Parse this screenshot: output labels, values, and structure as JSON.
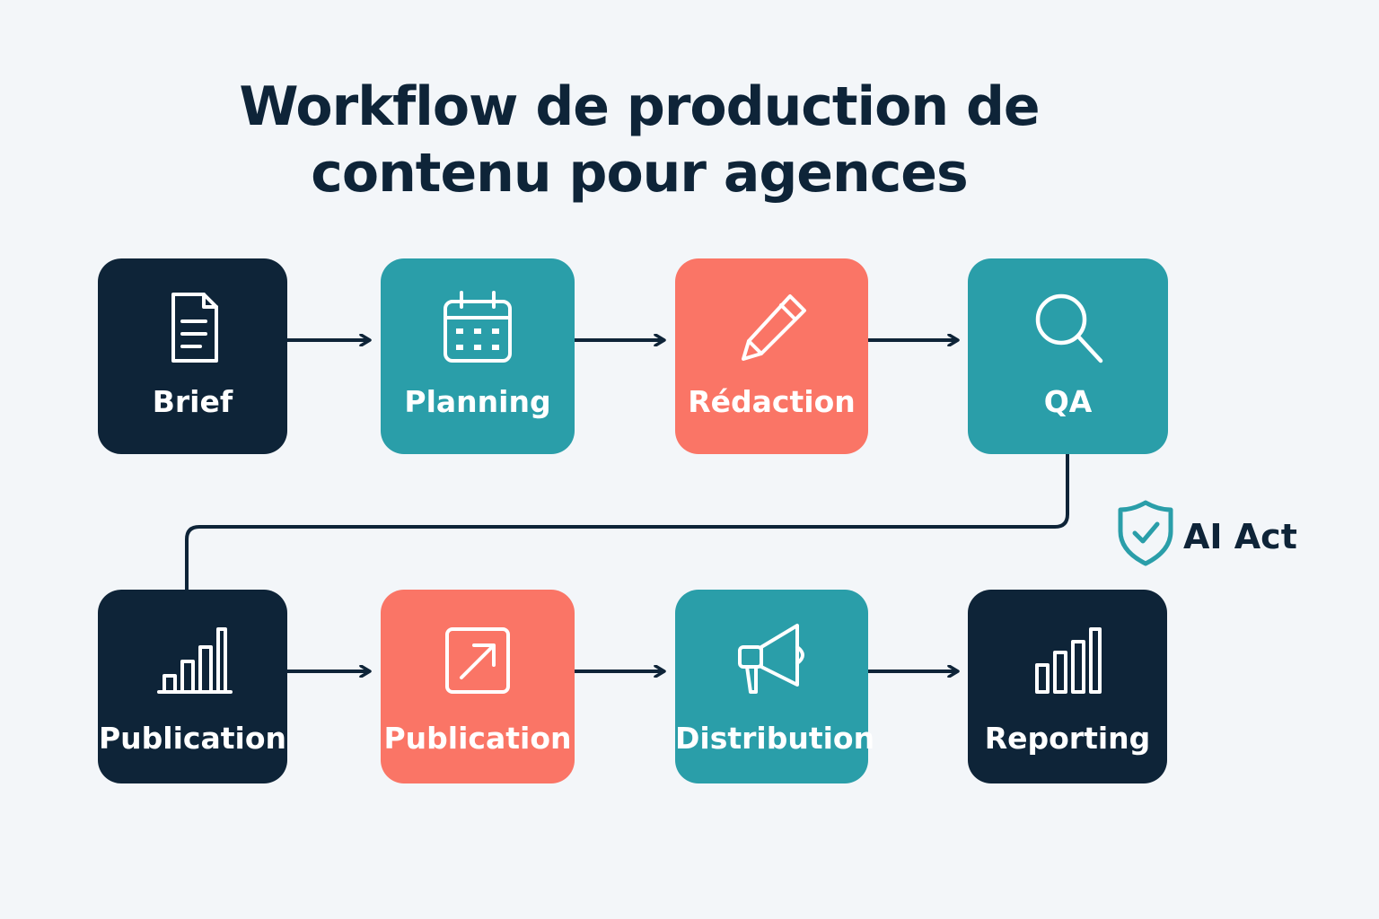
{
  "title": {
    "line1": "Workflow de production de",
    "line2": "contenu pour agences"
  },
  "colors": {
    "background": "#f3f6f9",
    "navy": "#0e2438",
    "teal": "#2a9ea9",
    "coral": "#fa7566",
    "connector": "#0e2438",
    "white": "#ffffff"
  },
  "steps": [
    {
      "label": "Brief",
      "icon": "document-icon",
      "color": "#0e2438"
    },
    {
      "label": "Planning",
      "icon": "calendar-icon",
      "color": "#2a9ea9"
    },
    {
      "label": "Rédaction",
      "icon": "pencil-icon",
      "color": "#fa7566"
    },
    {
      "label": "QA",
      "icon": "magnifier-icon",
      "color": "#2a9ea9"
    },
    {
      "label": "Publication",
      "icon": "bar-chart-icon",
      "color": "#0e2438"
    },
    {
      "label": "Publication",
      "icon": "external-link-icon",
      "color": "#fa7566"
    },
    {
      "label": "Distribution",
      "icon": "megaphone-icon",
      "color": "#2a9ea9"
    },
    {
      "label": "Reporting",
      "icon": "bar-chart-icon",
      "color": "#0e2438"
    }
  ],
  "badge": {
    "label": "AI Act",
    "icon": "shield-check-icon",
    "color": "#2a9ea9"
  }
}
